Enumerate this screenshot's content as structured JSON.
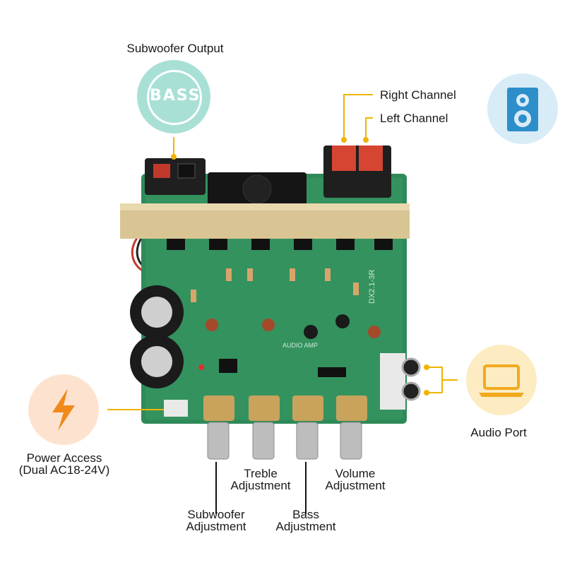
{
  "labels": {
    "subwoofer_output": "Subwoofer Output",
    "bass_badge": "BASS",
    "right_channel": "Right Channel",
    "left_channel": "Left Channel",
    "audio_port": "Audio Port",
    "power_access_1": "Power Access",
    "power_access_2": "(Dual AC18-24V)",
    "treble_1": "Treble",
    "treble_2": "Adjustment",
    "volume_1": "Volume",
    "volume_2": "Adjustment",
    "subwoofer_1": "Subwoofer",
    "subwoofer_2": "Adjustment",
    "bass_1": "Bass",
    "bass_2": "Adjustment",
    "board_print_1": "AUDIO AMP",
    "board_print_2": "DX2.1-3R"
  },
  "icons": {
    "bass": "bass-badge-icon",
    "speaker": "speaker-icon",
    "laptop": "laptop-icon",
    "power": "lightning-bolt-icon"
  },
  "colors": {
    "callout_line": "#f0b400",
    "bass_circle": "#a8e0d6",
    "speaker_circle": "#d8ecf7",
    "laptop_circle": "#fdecc2",
    "power_circle": "#fde3cf",
    "bolt": "#f08a1c",
    "pcb": "#2f8a5a",
    "heatsink": "#d9c594"
  }
}
